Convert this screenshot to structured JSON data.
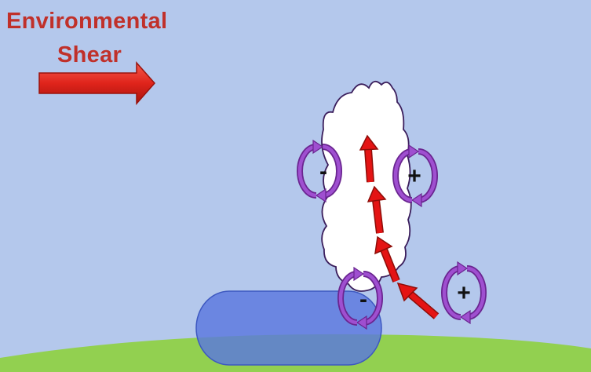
{
  "title": {
    "line1": "Environmental",
    "line2": "Shear"
  },
  "colors": {
    "sky": "#b4c8ec",
    "ground": "#92d050",
    "title_text": "#c0302a",
    "arrow_red": "#e01010",
    "rotation_purple": "#8a3ab9",
    "cold_pool_blue": "#6d89de",
    "cloud_fill": "#ffffff",
    "cloud_outline": "#3b1e5c"
  },
  "rotation_markers": [
    {
      "name": "rotation-upper-left",
      "sign": "-"
    },
    {
      "name": "rotation-upper-right",
      "sign": "+"
    },
    {
      "name": "rotation-lower-left",
      "sign": "-"
    },
    {
      "name": "rotation-lower-right",
      "sign": "+"
    }
  ]
}
